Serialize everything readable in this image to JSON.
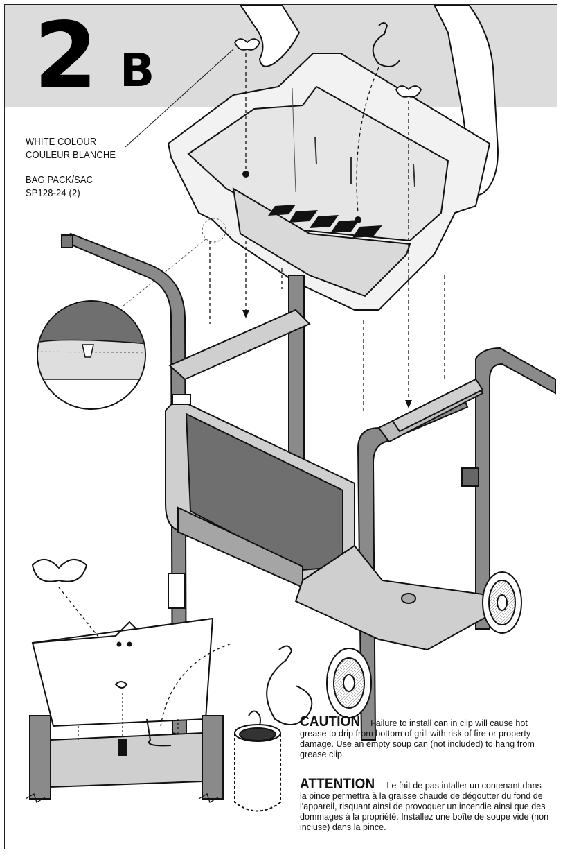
{
  "step": {
    "number": "2",
    "letter": "B"
  },
  "callout": {
    "line1": "WHITE COLOUR",
    "line2": "COULEUR BLANCHE",
    "line3": "BAG PACK/SAC",
    "line4": "SP128-24 (2)"
  },
  "caution": {
    "heading": "CAUTION",
    "text": "Failure to install can in clip will cause hot grease to drip from bottom of grill with risk of fire or property damage. Use an empty soup can (not included) to hang from grease clip."
  },
  "attention": {
    "heading": "ATTENTION",
    "text": "Le fait de pas intaller un contenant dans la pince permettra à la graisse chaude de dégoutter du fond de l'appareil, risquant ainsi de provoquer un incendie ainsi que des dommages à la propriété. Installez une boîte de soupe vide (non incluse) dans la pince."
  },
  "icons": {
    "wing_nut": "wing-nut-icon",
    "grease_clip": "grease-clip-icon",
    "soup_can": "soup-can-icon",
    "wheel": "wheel-icon",
    "cart_frame": "cart-frame-icon",
    "firebox": "firebox-icon"
  },
  "colors": {
    "header_band": "#dcdcdc",
    "panel": "#6f6f6f",
    "tube": "#8a8a8a",
    "plastic": "#d6d6d6"
  }
}
